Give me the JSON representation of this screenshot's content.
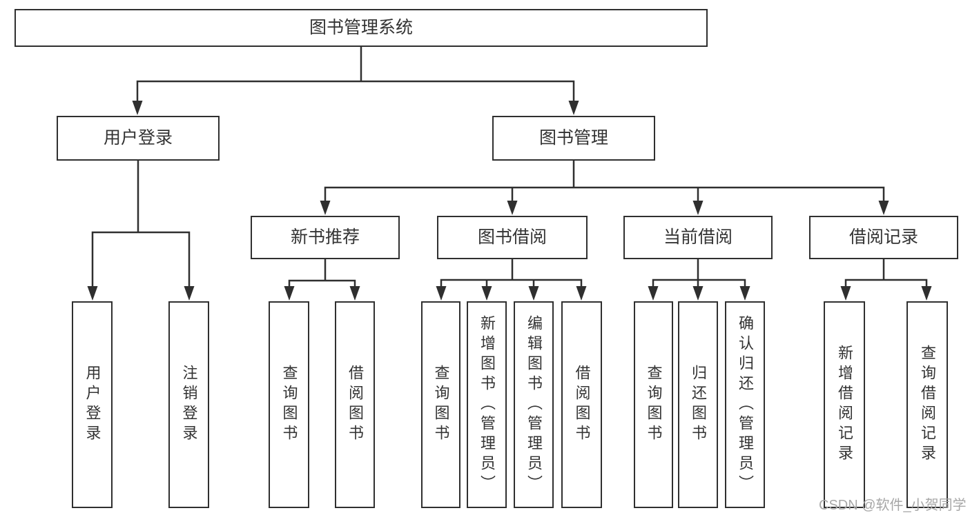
{
  "diagram_type": "hierarchy-tree",
  "root": {
    "label": "图书管理系统"
  },
  "branches": [
    {
      "label": "用户登录",
      "children": [
        {
          "label": "用户登录"
        },
        {
          "label": "注销登录"
        }
      ]
    },
    {
      "label": "图书管理",
      "children": [
        {
          "label": "新书推荐",
          "children": [
            {
              "label": "查询图书"
            },
            {
              "label": "借阅图书"
            }
          ]
        },
        {
          "label": "图书借阅",
          "children": [
            {
              "label": "查询图书"
            },
            {
              "label": "新增图书（管理员）"
            },
            {
              "label": "编辑图书（管理员）"
            },
            {
              "label": "借阅图书"
            }
          ]
        },
        {
          "label": "当前借阅",
          "children": [
            {
              "label": "查询图书"
            },
            {
              "label": "归还图书"
            },
            {
              "label": "确认归还（管理员）"
            }
          ]
        },
        {
          "label": "借阅记录",
          "children": [
            {
              "label": "新增借阅记录"
            },
            {
              "label": "查询借阅记录"
            }
          ]
        }
      ]
    }
  ],
  "watermark": "CSDN @软件_小贺同学",
  "colors": {
    "line": "#2f2f2f",
    "text": "#333333",
    "watermark": "#a7a7a7",
    "background": "#ffffff"
  }
}
